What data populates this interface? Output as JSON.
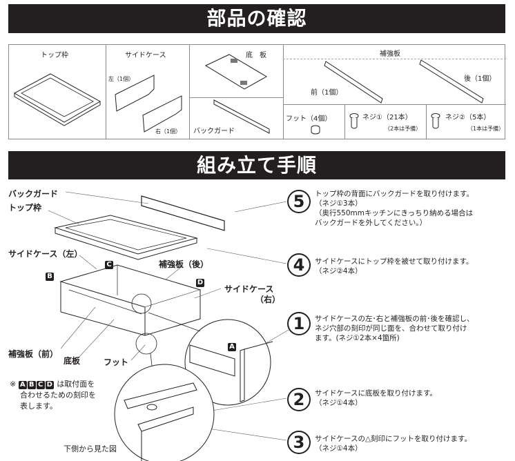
{
  "section1": {
    "title": "部品の確認"
  },
  "parts": {
    "top_frame": {
      "label": "トップ枠"
    },
    "side_case": {
      "label": "サイドケース",
      "left": "左（1個）",
      "right": "右（1個）"
    },
    "bottom_board": {
      "label": "底　板"
    },
    "back_guard": {
      "label": "バックガード"
    },
    "reinforcement": {
      "label": "補強板",
      "front": "前（1個）",
      "rear": "後（1個）"
    },
    "foot": {
      "label": "フット（4個）"
    },
    "screw1": {
      "label": "ネジ①（21本）",
      "spare": "（2本は予備）"
    },
    "screw2": {
      "label": "ネジ②（5本）",
      "spare": "（1本は予備）"
    }
  },
  "section2": {
    "title": "組み立て手順"
  },
  "callouts": {
    "back_guard": "バックガード",
    "top_frame": "トップ枠",
    "side_left": "サイドケース（左）",
    "reinforce_rear": "補強板（後）",
    "side_right_1": "サイドケース",
    "side_right_2": "（右）",
    "reinforce_front": "補強板（前）",
    "bottom": "底板",
    "foot": "フット",
    "bottom_view": "下側から見た図"
  },
  "letters": {
    "A": "A",
    "B": "B",
    "C": "C",
    "D": "D"
  },
  "legend": {
    "mark": "※",
    "letters": [
      "A",
      "B",
      "C",
      "D"
    ],
    "line1": "は取付面を",
    "line2": "合わせるための刻印を",
    "line3": "表します。"
  },
  "steps": [
    {
      "number": "5",
      "line1": "トップ枠の背面にバックガードを取り付けます。",
      "line2": "（ネジ①3本）",
      "line3": "（奥行550mmキッチンにきっちり納める場合は",
      "line4": "バックガードを外してください。）"
    },
    {
      "number": "4",
      "line1": "サイドケースにトップ枠を被せて取り付けます。",
      "line2": "（ネジ②4本）"
    },
    {
      "number": "1",
      "line1": "サイドケースの左･右と補強板の前･後を確認し、",
      "line2": "ネジ穴部の刻印が同じ面を、合わせて取り付け",
      "line3": "ます。(ネジ①2本×4箇所)"
    },
    {
      "number": "2",
      "line1": "サイドケースに底板を取り付けます。",
      "line2": "（ネジ①4本）"
    },
    {
      "number": "3",
      "line1": "サイドケースの△刻印にフットを取り付けます。",
      "line2": "（ネジ①4本）"
    }
  ],
  "colors": {
    "banner": "#231f20",
    "border": "#8a8a8a",
    "text": "#231f20"
  }
}
